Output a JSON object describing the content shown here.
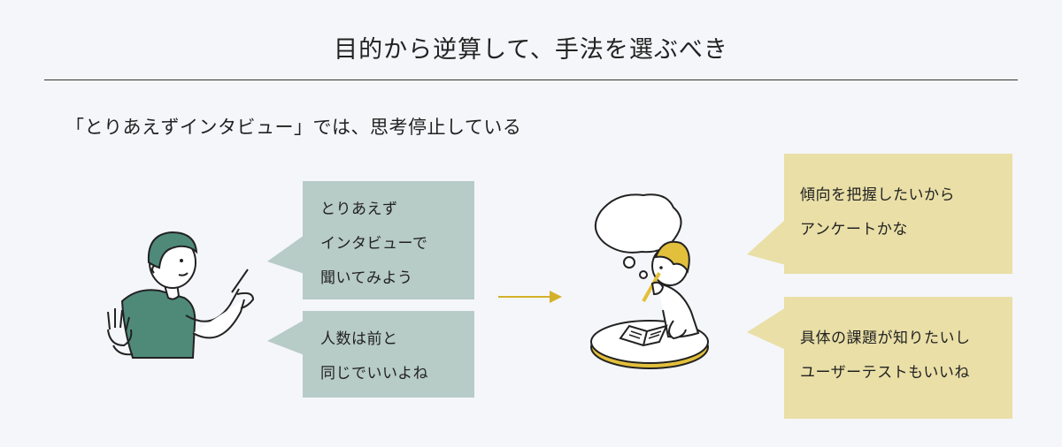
{
  "title": "目的から逆算して、手法を選ぶべき",
  "subtitle": "「とりあえずインタビュー」では、思考停止している",
  "left_bubbles": [
    {
      "lines": [
        "とりあえず",
        "インタビューで",
        "聞いてみよう"
      ]
    },
    {
      "lines": [
        "人数は前と",
        "同じでいいよね"
      ]
    }
  ],
  "right_bubbles": [
    {
      "lines": [
        "傾向を把握したいから",
        "アンケートかな"
      ]
    },
    {
      "lines": [
        "具体の課題が知りたいし",
        "ユーザーテストもいいね"
      ]
    }
  ],
  "colors": {
    "background": "#f5f6f9",
    "bubble_left": "#b7cbc7",
    "bubble_right": "#e9dfa7",
    "arrow": "#d4b12a",
    "person_left_accent": "#4f8a79",
    "person_right_accent": "#e3c03b"
  }
}
